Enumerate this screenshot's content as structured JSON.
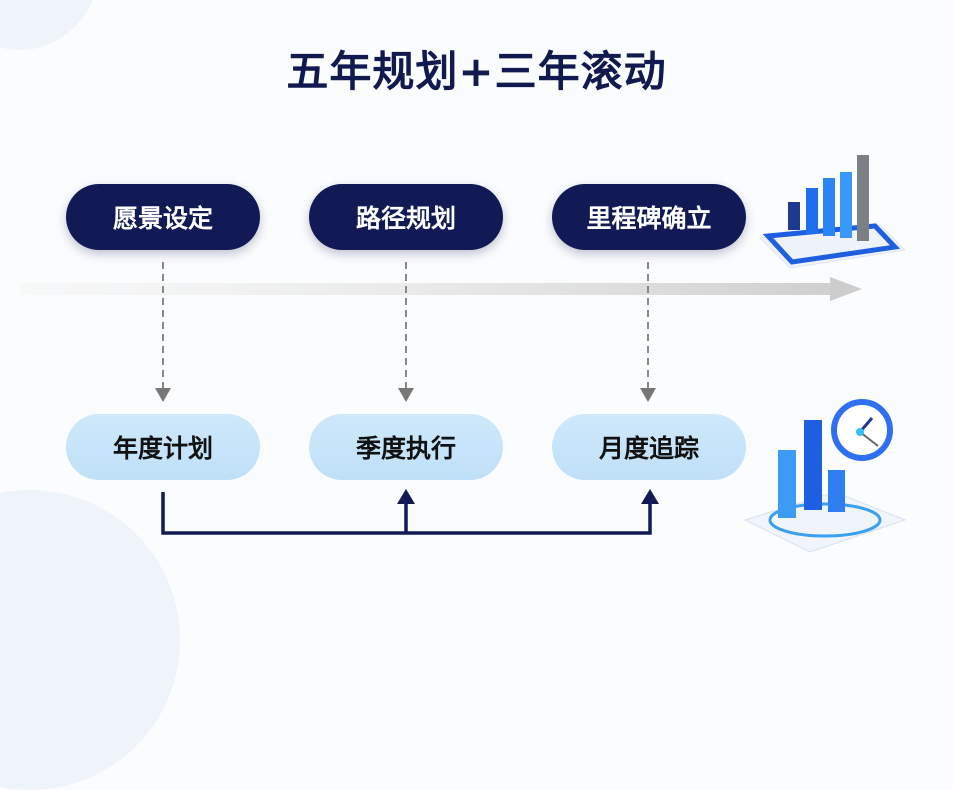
{
  "title": "五年规划+三年滚动",
  "top_row": [
    {
      "label": "愿景设定"
    },
    {
      "label": "路径规划"
    },
    {
      "label": "里程碑确立"
    }
  ],
  "bottom_row": [
    {
      "label": "年度计划"
    },
    {
      "label": "季度执行"
    },
    {
      "label": "月度追踪"
    }
  ],
  "icons": {
    "top_right": "bar-chart-growth-icon",
    "bottom_right": "bar-chart-clock-icon"
  },
  "colors": {
    "dark_navy": "#111a55",
    "light_blue": "#c7e4fa",
    "timeline_gray": "#d5d5d5",
    "accent_blue": "#1e6ff0"
  }
}
